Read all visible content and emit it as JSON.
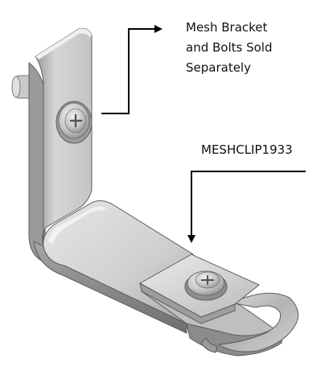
{
  "callouts": {
    "mesh_bracket": [
      "Mesh Bracket",
      "and Bolts Sold",
      "Separately"
    ],
    "part_number": "MESHCLIP1933"
  },
  "colors": {
    "metal_light": "#e2e2e2",
    "metal_mid": "#bdbdbd",
    "metal_dark": "#8a8a8a",
    "edge": "#5e5e5e",
    "leader": "#000000"
  },
  "icons": {
    "upper_bolt": "phillips-bolt-head-icon",
    "lower_bolt": "phillips-bolt-head-icon"
  }
}
